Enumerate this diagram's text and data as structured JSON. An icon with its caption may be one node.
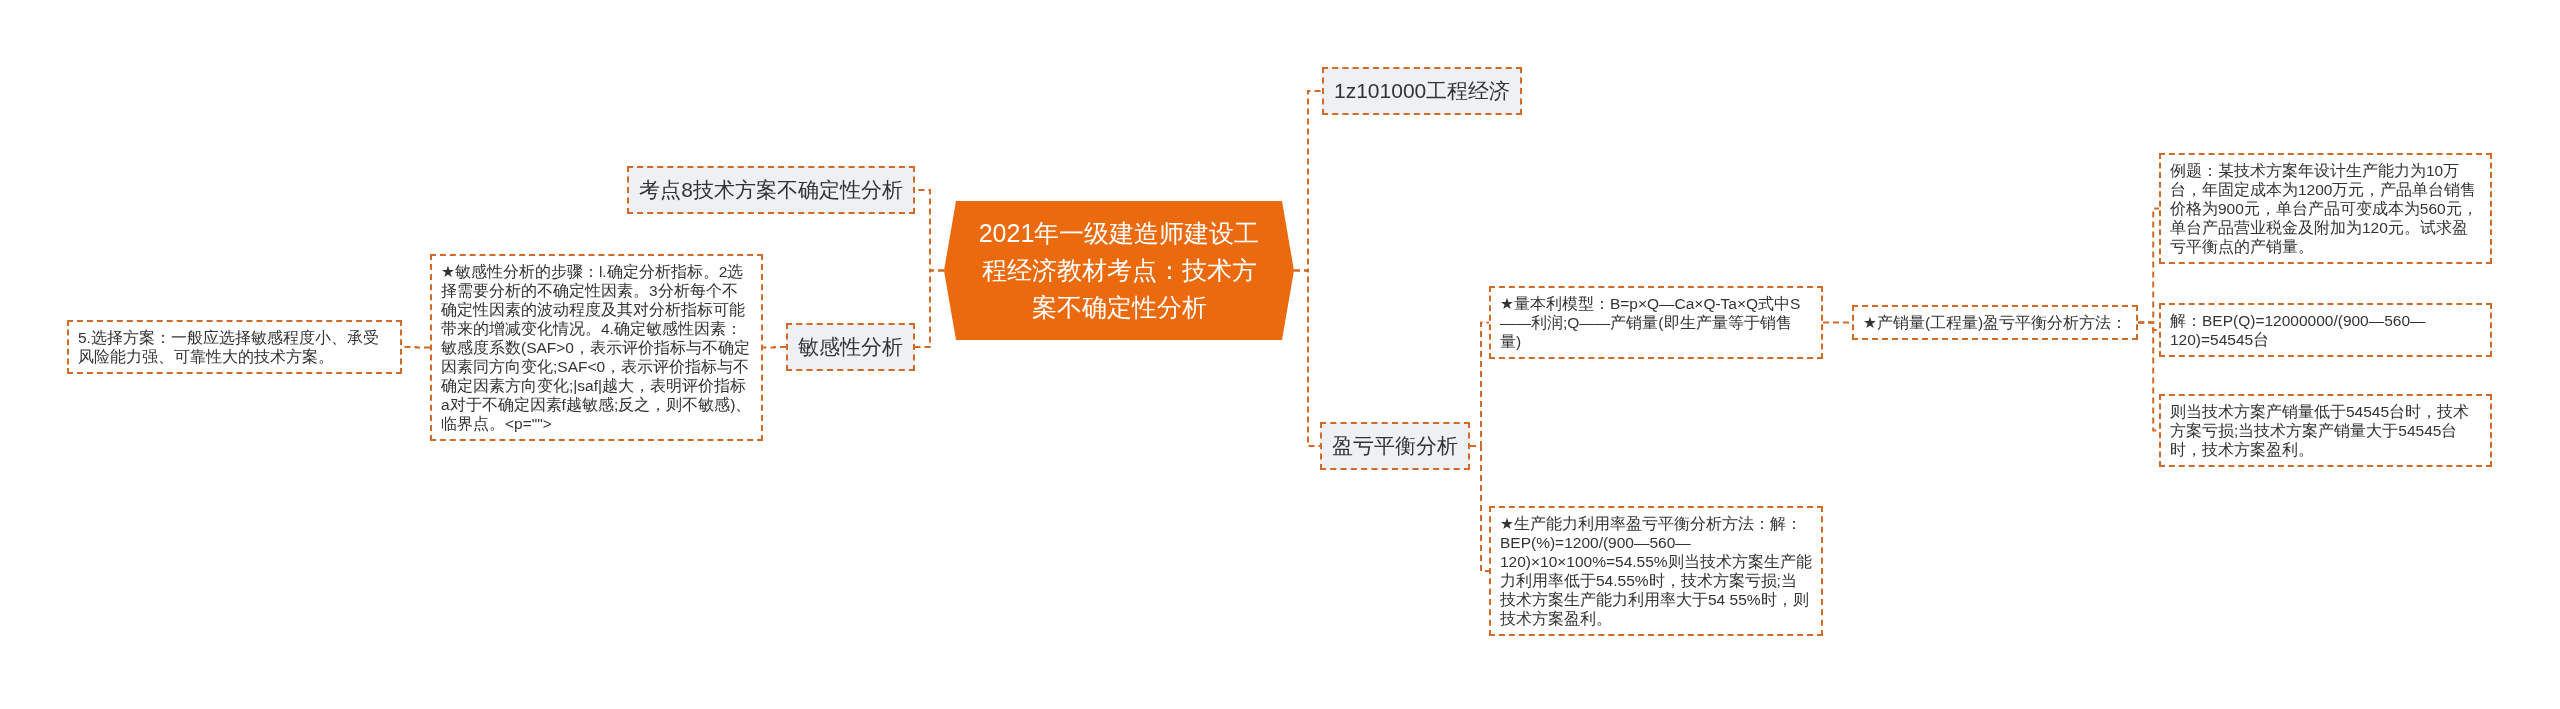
{
  "diagram": {
    "nodes": [
      {
        "text": [
          "2021年一级建造师建设工程经济教材考点：技术方案不确定性分析"
        ]
      },
      {
        "text": [
          "考点8技术方案不确定性分析"
        ]
      },
      {
        "text": [
          "敏感性分析"
        ]
      },
      {
        "text": [
          "★敏感性分析的步骤：l.确定分析指标。2选择需要分析的不确定性因素。3分析每个不确定性因素的波动程度及其对分析指标可能带来的增减变化情况。4.确定敏感性因素：敏感度系数(SAF>0，表示评价指标与不确定因素同方向变化;SAF<0，表示评价指标与不确定因素方向变化;|saf|越大，表明评价指标a对于不确定因素f越敏感;反之，则不敏感)、临界点。<p=\"\">"
        ]
      },
      {
        "text": [
          "5.选择方案：一般应选择敏感程度小、承受风险能力强、可靠性大的技术方案。"
        ]
      },
      {
        "text": [
          "1z101000工程经济"
        ]
      },
      {
        "text": [
          "盈亏平衡分析"
        ]
      },
      {
        "text": [
          "★量本利模型：B=p×Q—Ca×Q-Ta×Q式中S——利润;Q——产销量(即生产量等于销售量)"
        ]
      },
      {
        "text": [
          "★产销量(工程量)盈亏平衡分析方法："
        ]
      },
      {
        "text": [
          "例题：某技术方案年设计生产能力为10万台，年固定成本为1200万元，产品单台销售价格为900元，单台产品可变成本为560元，单台产品营业税金及附加为120元。试求盈亏平衡点的产销量。"
        ]
      },
      {
        "text": [
          "解：BEP(Q)=12000000/(900—560—120)=54545台"
        ]
      },
      {
        "text": [
          "则当技术方案产销量低于54545台时，技术方案亏损;当技术方案产销量大于54545台时，技术方案盈利。"
        ]
      },
      {
        "text": [
          "★生产能力利用率盈亏平衡分析方法：解：BEP(%)=1200/(900—560—120)×10×100%=54.55%则当技术方案生产能力利用率低于54.55%时，技术方案亏损;当技术方案生产能力利用率大于54 55%时，则技术方案盈利。"
        ]
      }
    ],
    "edges": [
      {
        "from": 0,
        "to": 1,
        "arrow": "none",
        "style": "dashed"
      },
      {
        "from": 0,
        "to": 2,
        "arrow": "none",
        "style": "dashed"
      },
      {
        "from": 2,
        "to": 3,
        "arrow": "none",
        "style": "dashed"
      },
      {
        "from": 3,
        "to": 4,
        "arrow": "none",
        "style": "dashed"
      },
      {
        "from": 0,
        "to": 5,
        "arrow": "none",
        "style": "dashed"
      },
      {
        "from": 0,
        "to": 6,
        "arrow": "none",
        "style": "dashed"
      },
      {
        "from": 6,
        "to": 7,
        "arrow": "none",
        "style": "dashed"
      },
      {
        "from": 6,
        "to": 12,
        "arrow": "none",
        "style": "dashed"
      },
      {
        "from": 7,
        "to": 8,
        "arrow": "none",
        "style": "dashed"
      },
      {
        "from": 8,
        "to": 9,
        "arrow": "none",
        "style": "dashed"
      },
      {
        "from": 8,
        "to": 10,
        "arrow": "none",
        "style": "dashed"
      },
      {
        "from": 8,
        "to": 11,
        "arrow": "none",
        "style": "dashed"
      }
    ]
  }
}
